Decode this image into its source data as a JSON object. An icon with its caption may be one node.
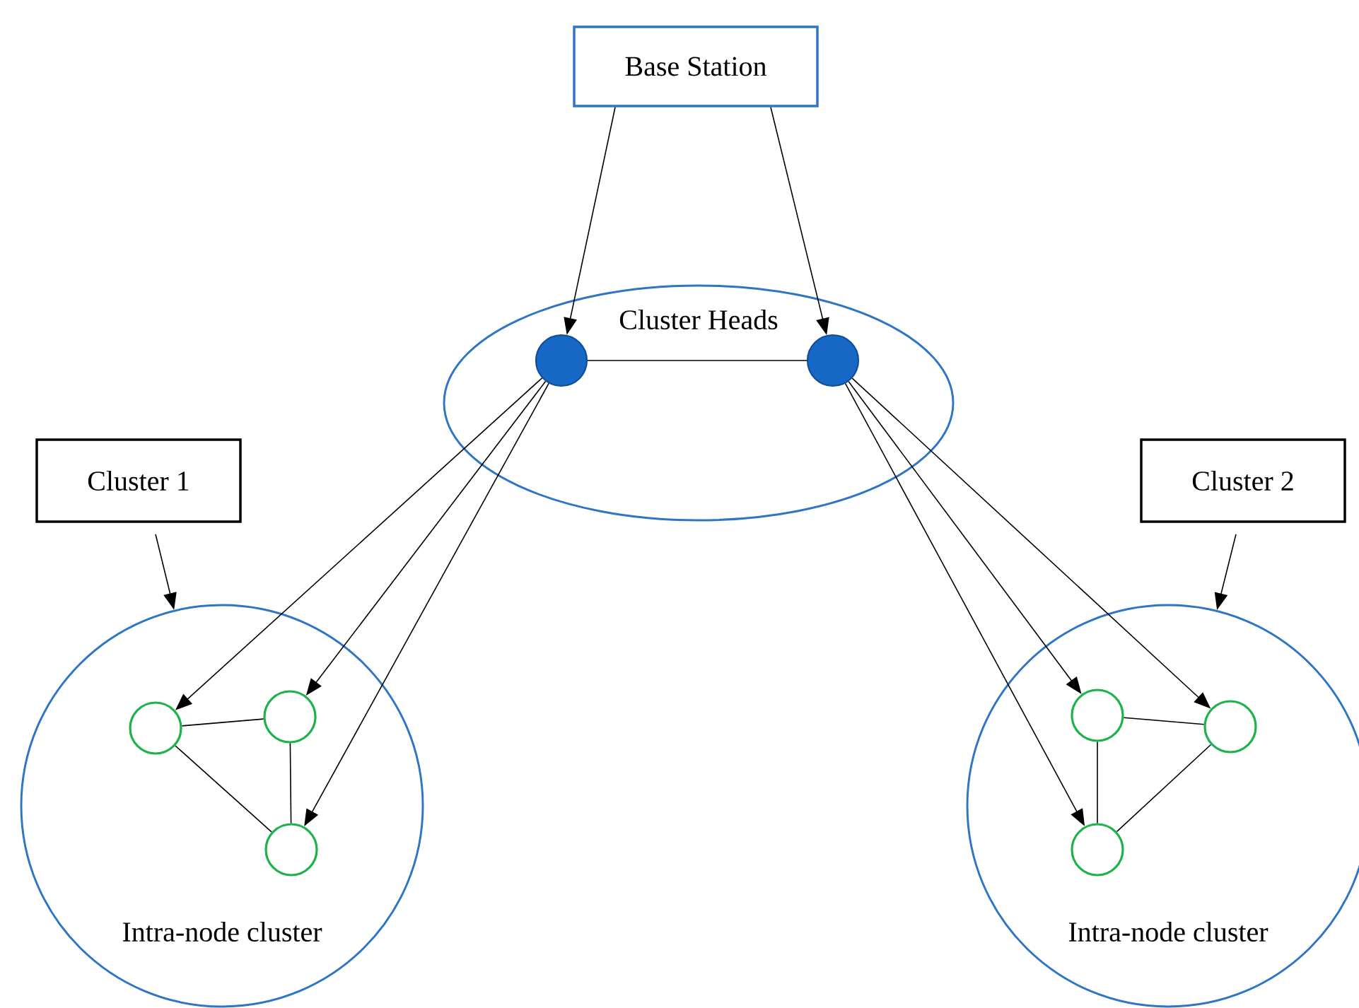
{
  "diagram": {
    "nodes": [
      {
        "text": [
          "Base Station"
        ]
      },
      {
        "text": [
          "Cluster Heads"
        ]
      },
      {
        "text": [],
        "shape": "circle",
        "in": 1
      },
      {
        "text": [],
        "shape": "circle",
        "in": 1
      },
      {
        "text": [
          "Cluster 1"
        ]
      },
      {
        "text": [
          "Intra-node cluster"
        ]
      },
      {
        "text": [],
        "shape": "circle",
        "in": 5
      },
      {
        "text": [],
        "shape": "circle",
        "in": 5
      },
      {
        "text": [],
        "shape": "circle",
        "in": 5
      },
      {
        "text": [
          "Cluster 2"
        ]
      },
      {
        "text": [
          "Intra-node cluster"
        ]
      },
      {
        "text": [],
        "shape": "circle",
        "in": 10
      },
      {
        "text": [],
        "shape": "circle",
        "in": 10
      },
      {
        "text": [],
        "shape": "circle",
        "in": 10
      }
    ],
    "edges": [
      {
        "from": 0,
        "to": 2,
        "arrow": "to"
      },
      {
        "from": 0,
        "to": 3,
        "arrow": "to"
      },
      {
        "from": 2,
        "to": 3,
        "arrow": "none"
      },
      {
        "from": 2,
        "to": 6,
        "arrow": "to"
      },
      {
        "from": 2,
        "to": 7,
        "arrow": "to"
      },
      {
        "from": 2,
        "to": 8,
        "arrow": "to"
      },
      {
        "from": 3,
        "to": 11,
        "arrow": "to"
      },
      {
        "from": 3,
        "to": 12,
        "arrow": "to"
      },
      {
        "from": 3,
        "to": 13,
        "arrow": "to"
      },
      {
        "from": 6,
        "to": 7,
        "arrow": "none"
      },
      {
        "from": 6,
        "to": 8,
        "arrow": "none"
      },
      {
        "from": 7,
        "to": 8,
        "arrow": "none"
      },
      {
        "from": 11,
        "to": 12,
        "arrow": "none"
      },
      {
        "from": 11,
        "to": 13,
        "arrow": "none"
      },
      {
        "from": 12,
        "to": 13,
        "arrow": "none"
      },
      {
        "from": 4,
        "to": 5,
        "arrow": "to"
      },
      {
        "from": 9,
        "to": 10,
        "arrow": "to"
      }
    ]
  }
}
